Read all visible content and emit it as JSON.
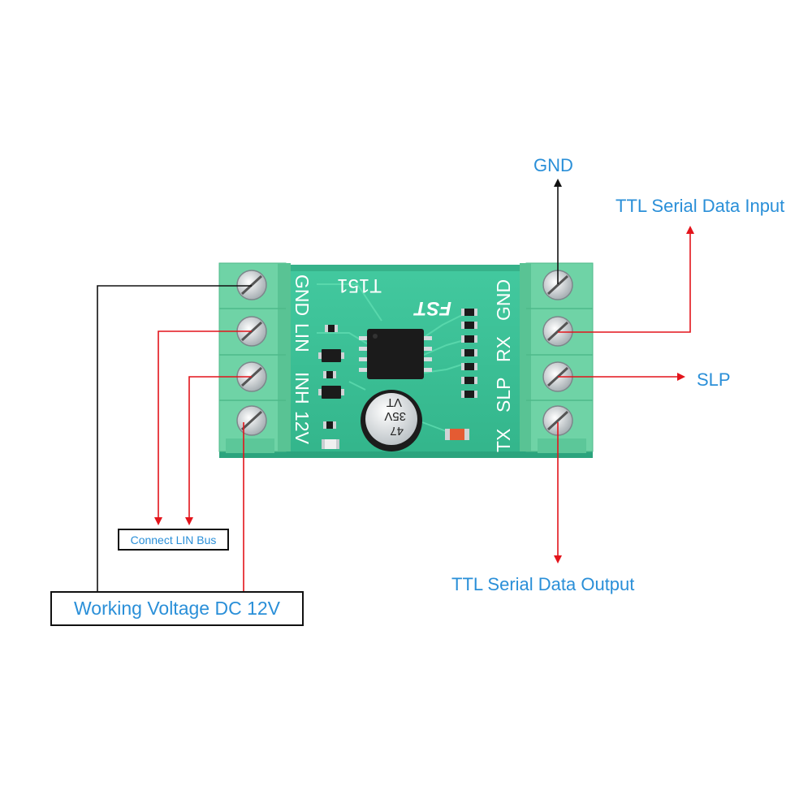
{
  "board": {
    "model": "T151",
    "brand": "FST",
    "left_terminal_pins": [
      "GND",
      "LIN",
      "INH",
      "12V"
    ],
    "right_terminal_pins": [
      "GND",
      "RX",
      "SLP",
      "TX"
    ],
    "capacitor_lines": [
      "47",
      "35V",
      "VT"
    ]
  },
  "callouts": {
    "gnd": "GND",
    "rx": "TTL Serial Data Input",
    "slp": "SLP",
    "tx": "TTL Serial Data Output",
    "lin_bus": "Connect LIN Bus",
    "power": "Working Voltage DC 12V"
  },
  "colors": {
    "board_green": "#3fc49a",
    "terminal_green": "#6fd3a6",
    "arrow_red": "#e3141b",
    "wire_black": "#111111",
    "label_blue": "#2a8fd8"
  }
}
